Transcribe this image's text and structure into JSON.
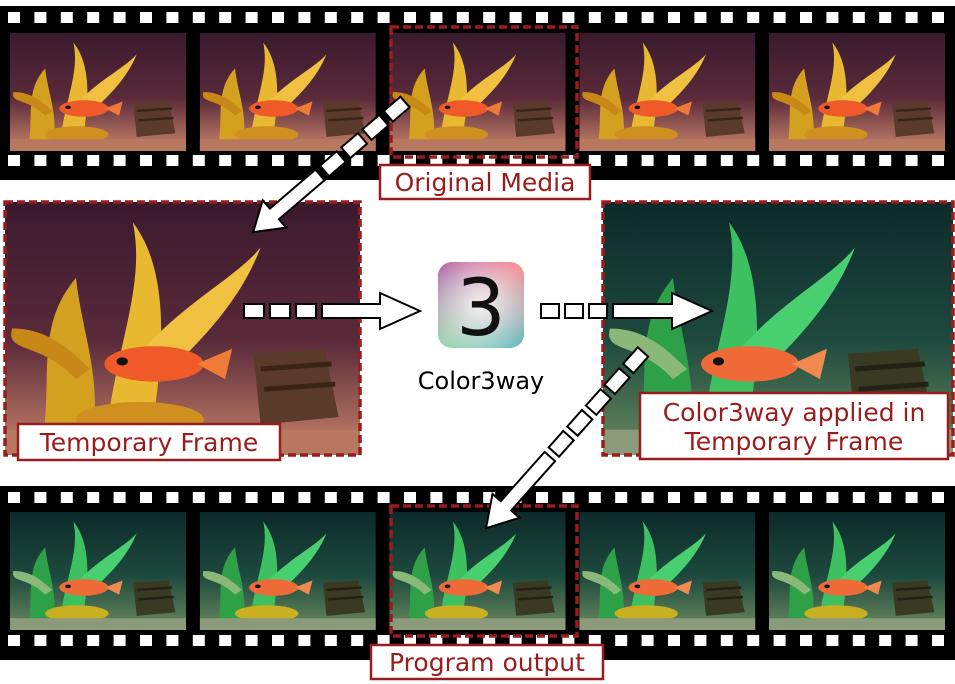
{
  "labels": {
    "original_media": "Original Media",
    "temporary_frame": "Temporary Frame",
    "color3way": "Color3way",
    "applied_line1": "Color3way applied in",
    "applied_line2": "Temporary Frame",
    "program_output": "Program output"
  },
  "icon": {
    "name": "color3way-icon",
    "glyph": "3"
  },
  "colors": {
    "accent": "#9b1c1c",
    "film": "#000000",
    "arrow_fill": "#ffffff",
    "arrow_stroke": "#000000"
  },
  "strips": {
    "top": {
      "frames": 5,
      "tone": "original",
      "highlighted_frame": 3
    },
    "bottom": {
      "frames": 5,
      "tone": "graded",
      "highlighted_frame": 3
    }
  }
}
